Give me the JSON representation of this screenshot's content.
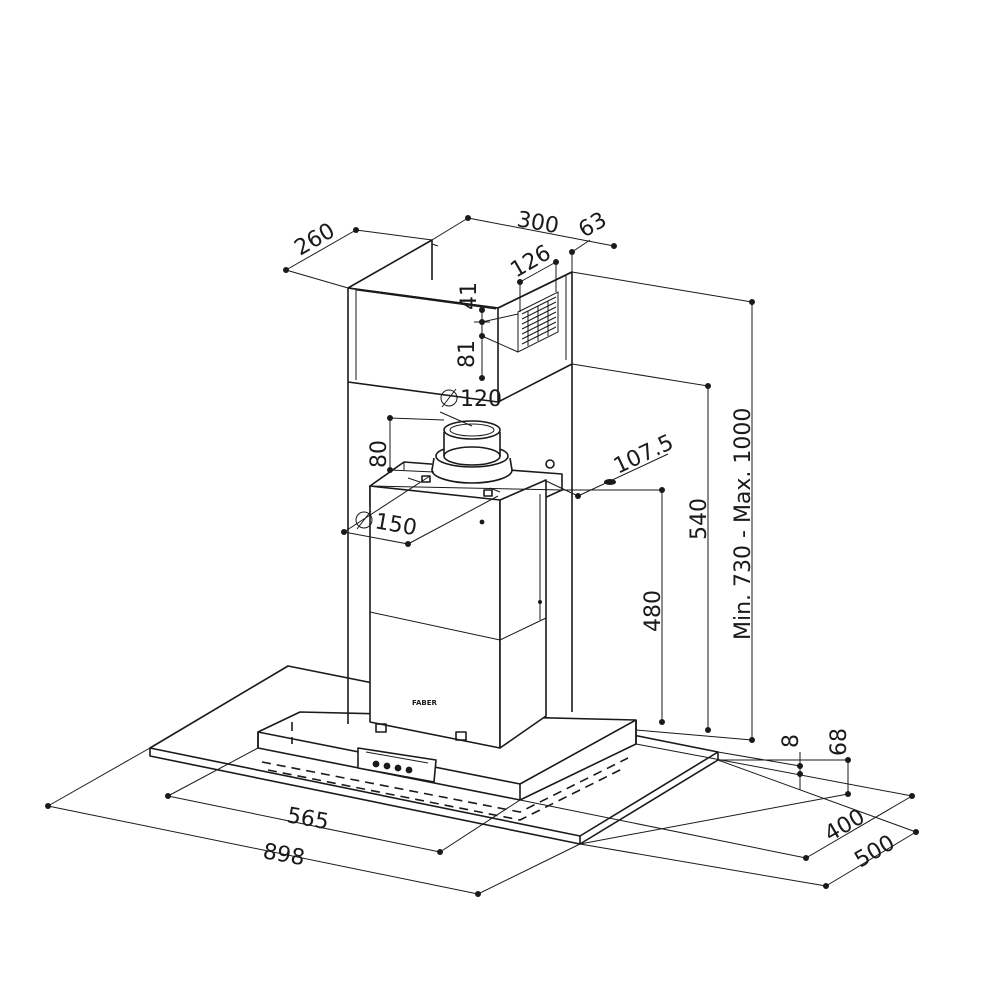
{
  "brand": "FABER",
  "dimensions": {
    "chimney_depth": "260",
    "chimney_width": "300",
    "vent_offset": "63",
    "vent_width": "126",
    "vent_top": "41",
    "vent_height": "81",
    "outlet_upper_dia": "120",
    "outlet_height": "80",
    "outlet_lower_dia": "150",
    "outlet_offset": "107.5",
    "motor_height": "480",
    "lower_height": "540",
    "total_height": "Min. 730 - Max. 1000",
    "glass_thickness": "8",
    "hood_thickness": "68",
    "inner_width": "565",
    "total_width": "898",
    "inner_depth": "400",
    "total_depth": "500"
  }
}
